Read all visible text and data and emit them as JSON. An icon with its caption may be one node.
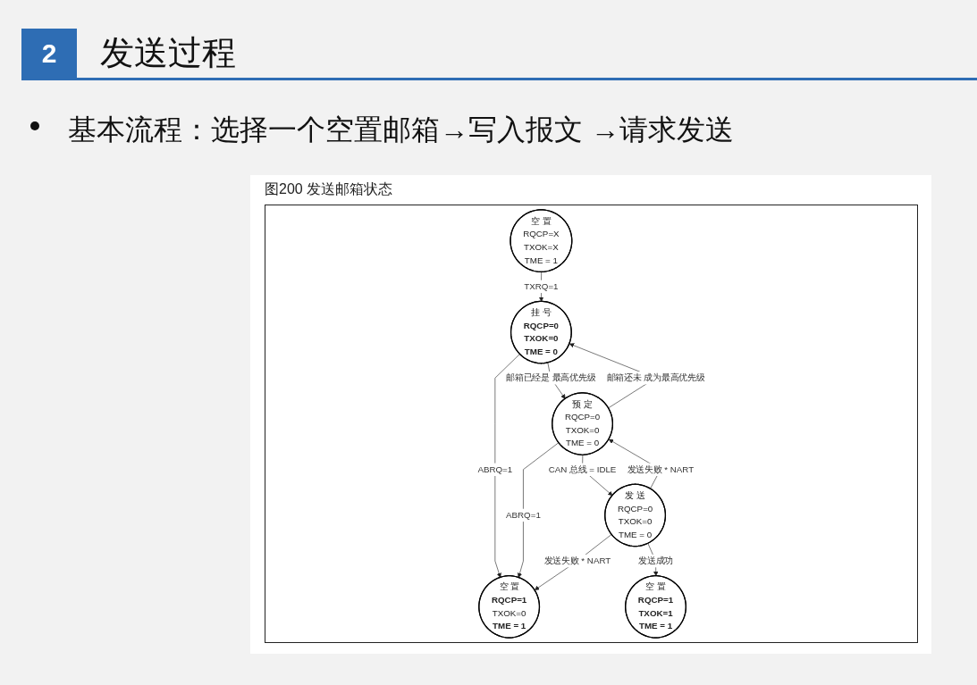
{
  "diagram": {
    "title": "发送过程",
    "caption": "图200 发送邮箱状态",
    "nodes": [
      {
        "text": [
          "空 置",
          "RQCP=X",
          "TXOK=X",
          "TME = 1"
        ]
      },
      {
        "text": [
          "挂 号",
          "RQCP=0",
          "TXOK=0",
          "TME = 0"
        ]
      },
      {
        "text": [
          "空 置",
          "RQCP=1",
          "TXOK=0",
          "TME = 1"
        ]
      },
      {
        "text": [
          "预 定",
          "RQCP=0",
          "TXOK=0",
          "TME = 0"
        ]
      },
      {
        "text": [
          "发 送",
          "RQCP=0",
          "TXOK=0",
          "TME = 0"
        ]
      },
      {
        "text": [
          "空 置",
          "RQCP=1",
          "TXOK=1",
          "TME = 1"
        ]
      }
    ],
    "edges": [
      {
        "from": 0,
        "to": 1,
        "arrow": "to",
        "label": "TXRQ=1"
      },
      {
        "from": 1,
        "to": 3,
        "arrow": "to",
        "label": "邮箱已经是 最高优先级"
      },
      {
        "from": 1,
        "to": 2,
        "arrow": "to",
        "label": "ABRQ=1"
      },
      {
        "from": 3,
        "to": 1,
        "arrow": "to",
        "label": "邮箱还未 成为最高优先级"
      },
      {
        "from": 3,
        "to": 2,
        "arrow": "to",
        "label": "ABRQ=1"
      },
      {
        "from": 3,
        "to": 4,
        "arrow": "to",
        "label": "CAN 总线 = IDLE"
      },
      {
        "from": 4,
        "to": 2,
        "arrow": "to",
        "label": "发送失败 * NART"
      },
      {
        "from": 4,
        "to": 3,
        "arrow": "to",
        "label": "发送失败 * NART"
      },
      {
        "from": 4,
        "to": 5,
        "arrow": "to",
        "label": "发送成功"
      }
    ],
    "labels": [
      "2",
      "基本流程：选择一个空置邮箱→写入报文 →请求发送"
    ]
  }
}
